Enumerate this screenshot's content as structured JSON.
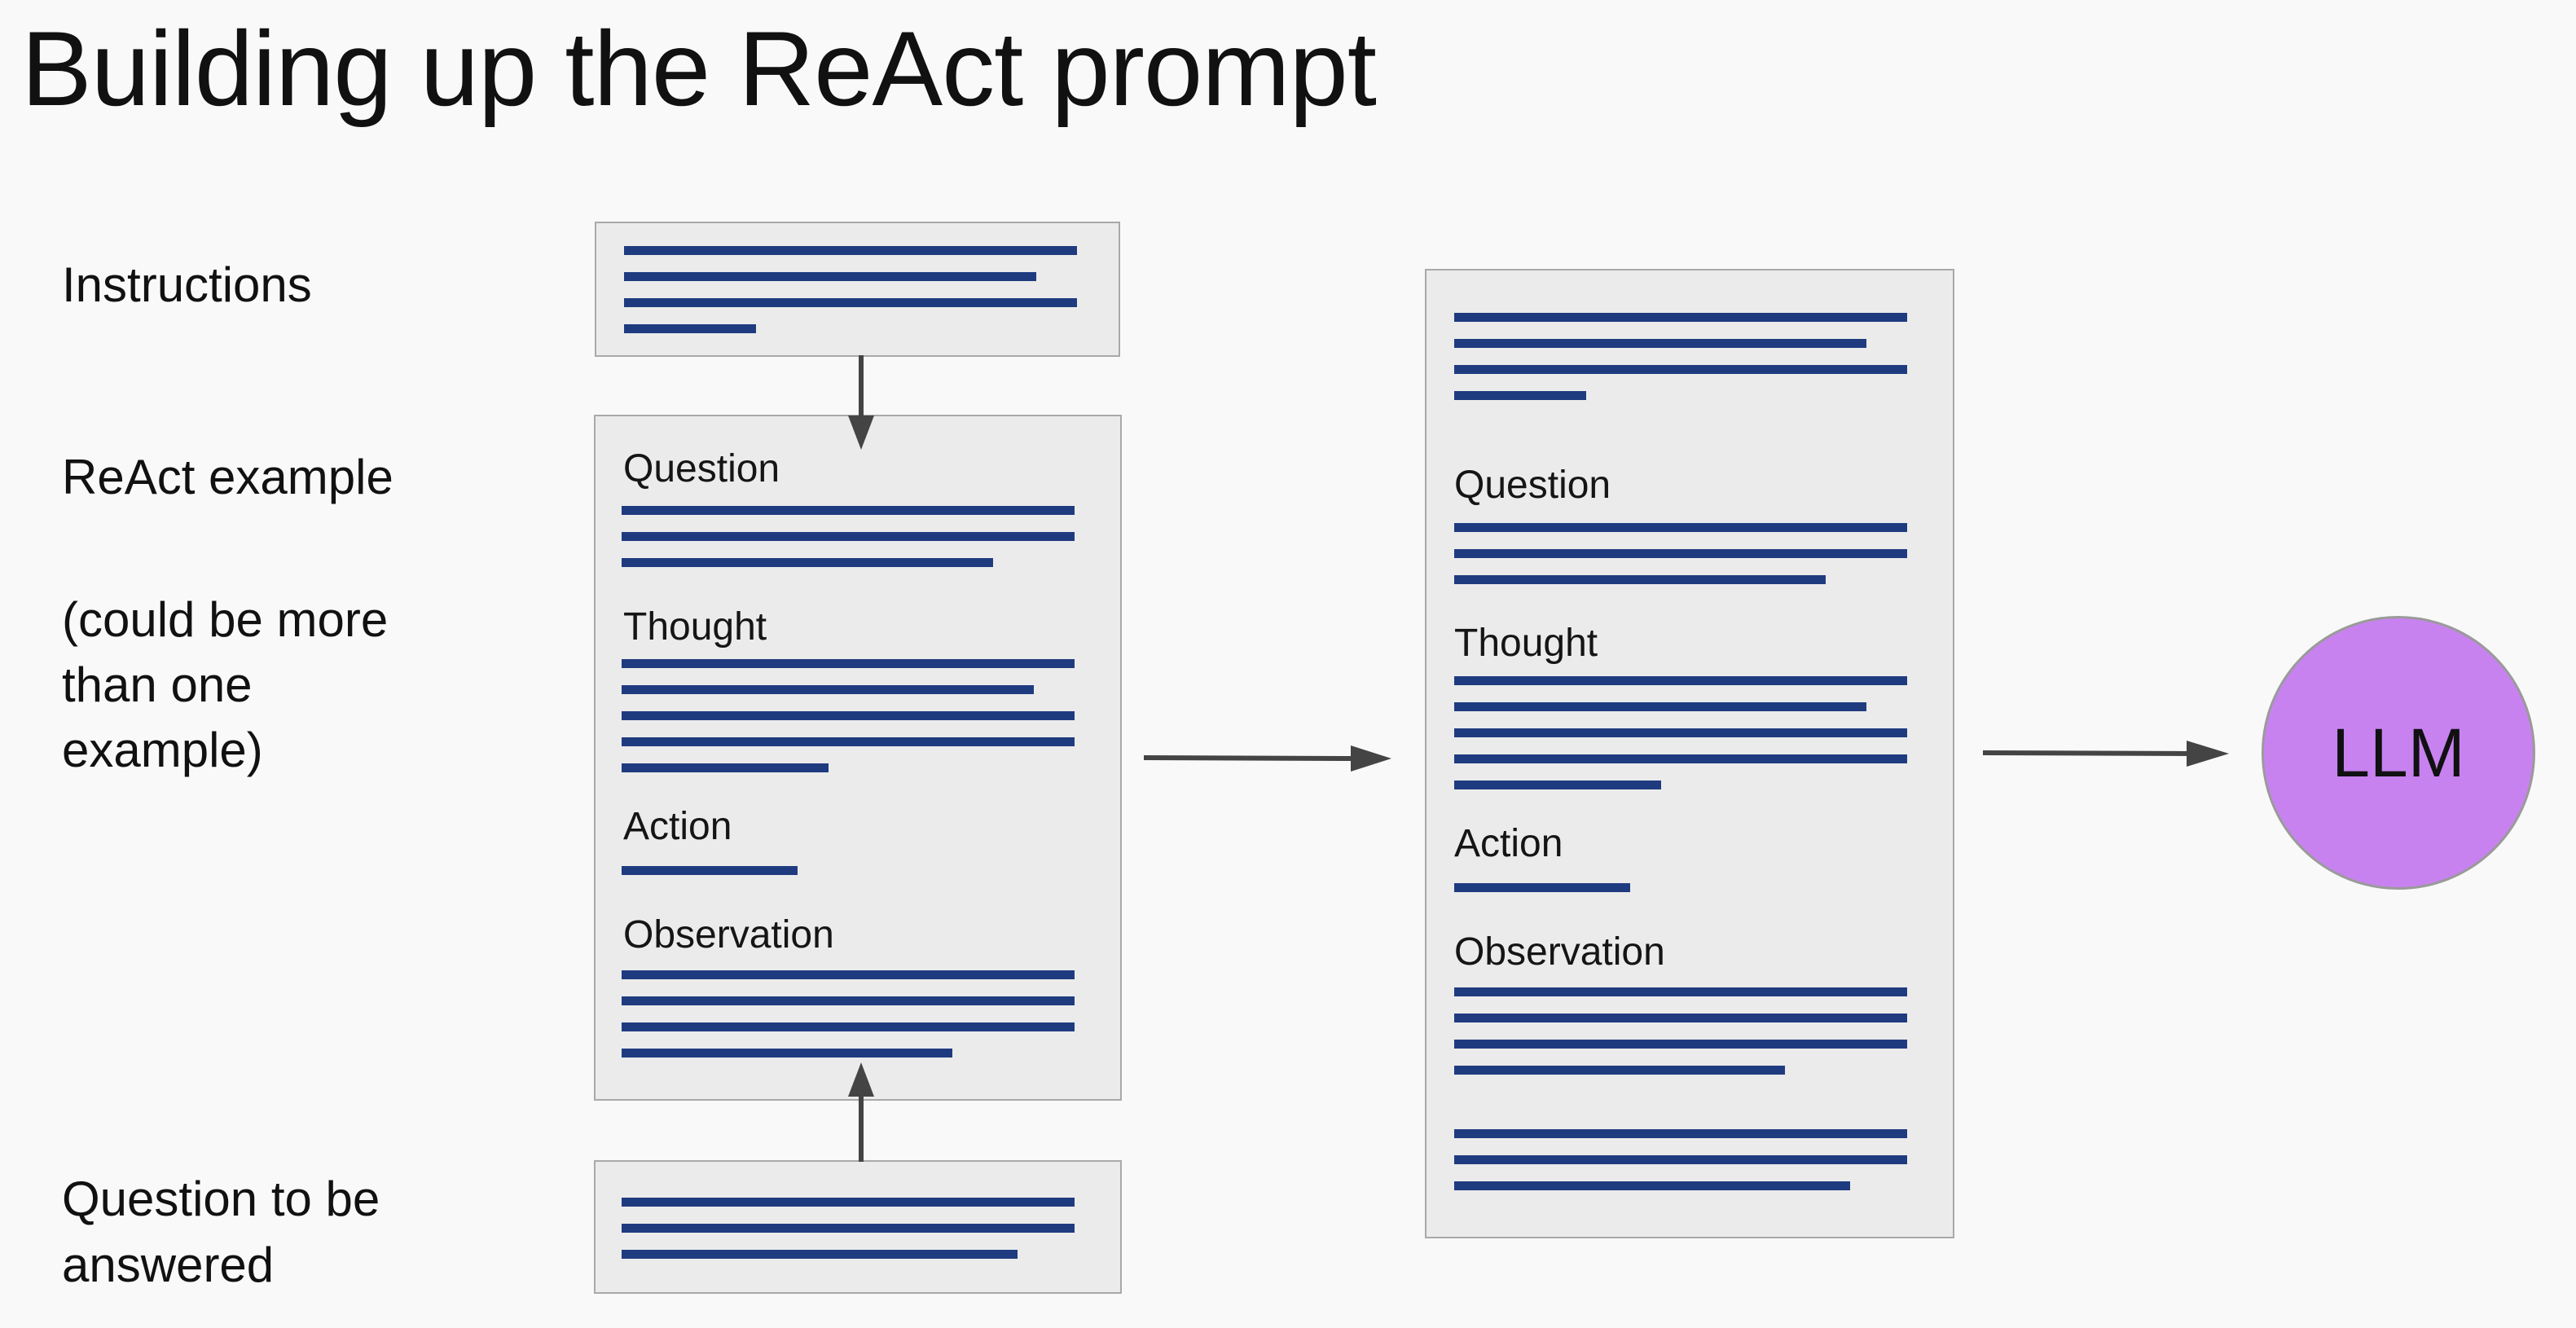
{
  "title": "Building up the ReAct prompt",
  "side_labels": {
    "instructions": "Instructions",
    "react_example": "ReAct example",
    "more_line1": "(could be more",
    "more_line2": "than one",
    "more_line3": "example)",
    "question_line1": "Question to be",
    "question_line2": "answered"
  },
  "sections": {
    "question": "Question",
    "thought": "Thought",
    "action": "Action",
    "observation": "Observation"
  },
  "llm_label": "LLM",
  "colors": {
    "text_line": "#1f3b80",
    "llm_circle": "#c882f0",
    "box_fill": "#ebebeb",
    "arrow": "#444444"
  }
}
